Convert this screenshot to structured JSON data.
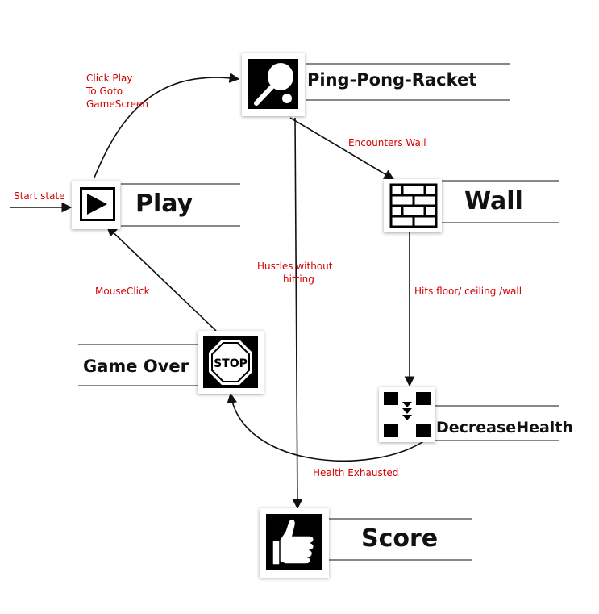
{
  "nodes": {
    "play": {
      "label": "Play"
    },
    "racket": {
      "label": "Ping-Pong-Racket"
    },
    "wall": {
      "label": "Wall"
    },
    "gameover": {
      "label": "Game Over",
      "icon_text": "STOP"
    },
    "decrease": {
      "label": "DecreaseHealth"
    },
    "score": {
      "label": "Score"
    }
  },
  "edges": {
    "start": {
      "label": "Start state"
    },
    "play_to_racket": {
      "lines": [
        "Click Play",
        "To  Goto",
        "GameScreen"
      ]
    },
    "racket_to_wall": {
      "label": "Encounters Wall"
    },
    "racket_to_score": {
      "lines": [
        "Hustles   without",
        "hitting"
      ]
    },
    "wall_to_decrease": {
      "label": "Hits floor/ ceiling /wall"
    },
    "gameover_to_play": {
      "label": "MouseClick"
    },
    "decrease_to_gameover": {
      "label": "Health Exhausted"
    }
  },
  "colors": {
    "edge_label": "#d40000",
    "line": "#111111",
    "icon_bg": "#000000"
  }
}
